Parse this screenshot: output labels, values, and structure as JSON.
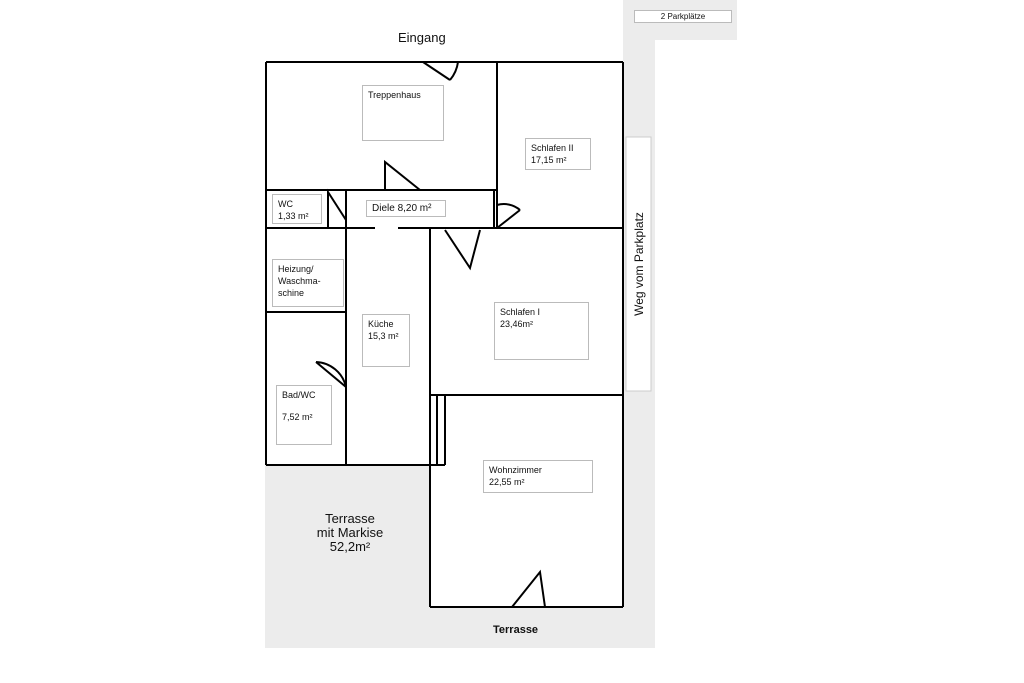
{
  "title": "Eingang",
  "parking_label": "2 Parkplätze",
  "path_label": "Weg vom Parkplatz",
  "terrace_bottom": "Terrasse",
  "terrace_left": {
    "line1": "Terrasse",
    "line2": "mit Markise",
    "line3": "52,2m²"
  },
  "rooms": {
    "treppenhaus": {
      "name": "Treppenhaus"
    },
    "schlafen2": {
      "name": "Schlafen II",
      "area": "17,15 m²"
    },
    "wc": {
      "name": "WC",
      "area": "1,33 m²"
    },
    "diele": {
      "name": "Diele 8,20 m²"
    },
    "heizung": {
      "name": "Heizung/ Waschma-schine"
    },
    "kueche": {
      "name": "Küche",
      "area": "15,3 m²"
    },
    "schlafen1": {
      "name": "Schlafen I",
      "area": "23,46m²"
    },
    "bad": {
      "name": "Bad/WC",
      "area": "7,52 m²"
    },
    "wohnzimmer": {
      "name": "Wohnzimmer",
      "area": "22,55 m²"
    }
  }
}
